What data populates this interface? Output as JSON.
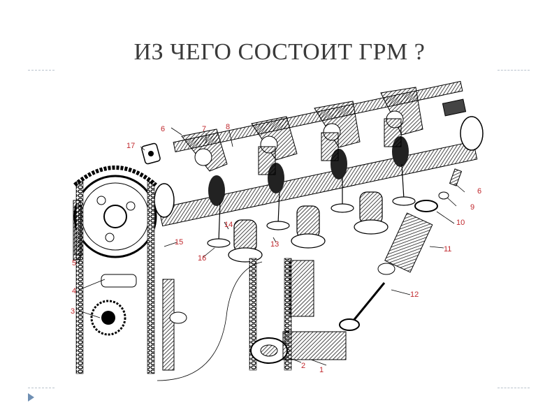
{
  "title": "ИЗ ЧЕГО СОСТОИТ ГРМ ?",
  "callouts": [
    "1",
    "2",
    "3",
    "4",
    "5",
    "6",
    "6",
    "7",
    "8",
    "9",
    "10",
    "11",
    "12",
    "13",
    "14",
    "15",
    "16",
    "17"
  ]
}
